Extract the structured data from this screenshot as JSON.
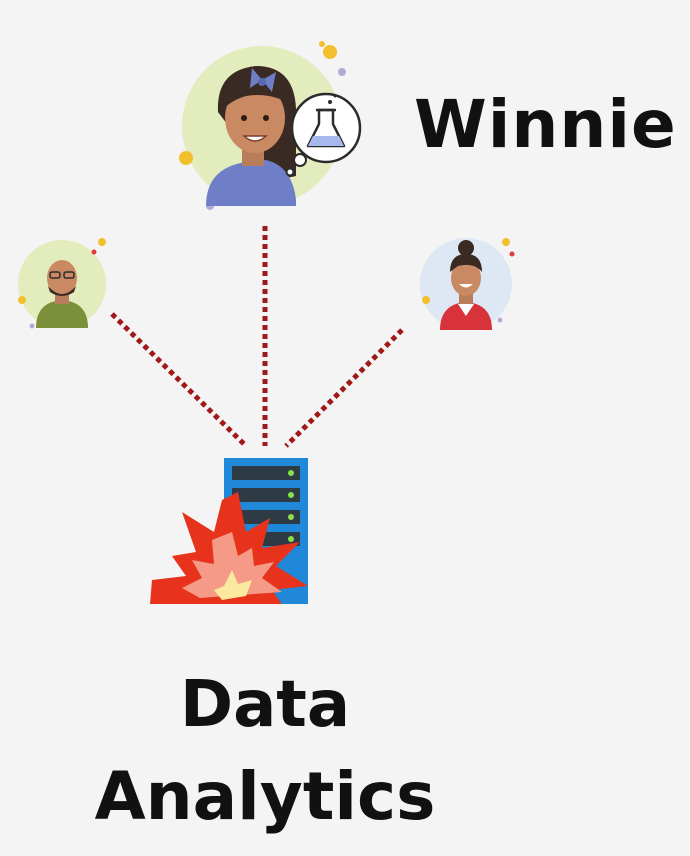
{
  "featured_person": {
    "name": "Winnie",
    "thought_icon": "flask-icon"
  },
  "server": {
    "label_line1": "Data",
    "label_line2": "Analytics",
    "status_icon": "explosion-icon"
  },
  "colors": {
    "connector": "#a01818",
    "server_blue": "#1f88d8",
    "server_dark": "#2e3a44",
    "led": "#8be04a",
    "explosion_outer": "#e8331c",
    "explosion_mid": "#f59a86",
    "explosion_core": "#fbe9a0"
  }
}
